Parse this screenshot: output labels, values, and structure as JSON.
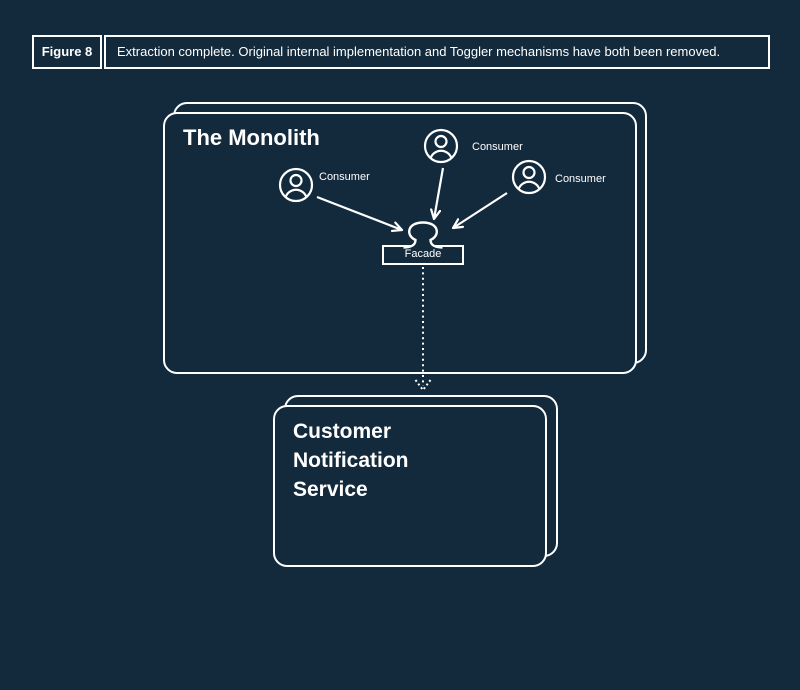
{
  "colors": {
    "background": "#132a3c",
    "line": "#ffffff",
    "text": "#ffffff"
  },
  "figure_header": {
    "label": "Figure 8",
    "caption": "Extraction complete. Original internal implementation and Toggler mechanisms have both been removed."
  },
  "diagram": {
    "monolith": {
      "title": "The Monolith"
    },
    "consumers": [
      {
        "label": "Consumer"
      },
      {
        "label": "Consumer"
      },
      {
        "label": "Consumer"
      }
    ],
    "facade": {
      "label": "Facade"
    },
    "service": {
      "title": "Customer Notification Service"
    },
    "icons": [
      "consumer-person-icon",
      "consumer-person-icon",
      "consumer-person-icon",
      "facade-socket-icon",
      "dotted-arrow-down-icon"
    ]
  }
}
